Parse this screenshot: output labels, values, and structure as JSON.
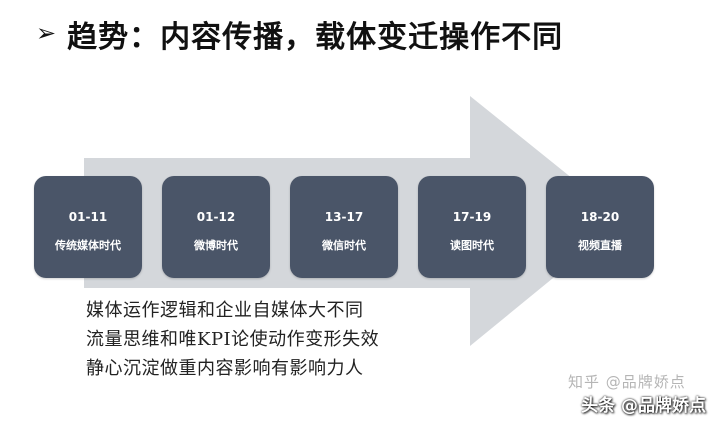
{
  "title": {
    "bullet": "➢",
    "text": "趋势：内容传播，载体变迁操作不同"
  },
  "stages": [
    {
      "period": "01-11",
      "label": "传统媒体时代"
    },
    {
      "period": "01-12",
      "label": "微博时代"
    },
    {
      "period": "13-17",
      "label": "微信时代"
    },
    {
      "period": "17-19",
      "label": "读图时代"
    },
    {
      "period": "18-20",
      "label": "视频直播"
    }
  ],
  "notes": [
    "媒体运作逻辑和企业自媒体大不同",
    "流量思维和唯KPI论使动作变形失效",
    "静心沉淀做重内容影响有影响力人"
  ],
  "watermark": "知乎 @品牌娇点",
  "credit": "头条 @品牌娇点",
  "colors": {
    "arrow": "#d4d7db",
    "stage_fill": "#4a5568",
    "stage_text": "#ffffff"
  }
}
